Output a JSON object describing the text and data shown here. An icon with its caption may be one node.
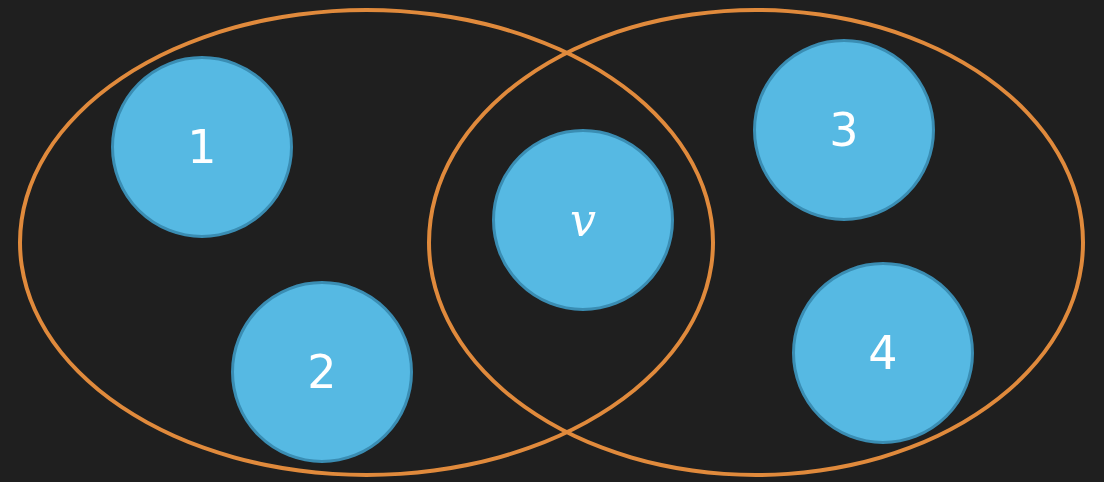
{
  "diagram": {
    "nodes": [
      {
        "text": [],
        "shape": "ellipse"
      },
      {
        "text": [
          "1"
        ],
        "in": 0
      },
      {
        "text": [
          "2"
        ],
        "in": 0
      },
      {
        "text": [
          "v"
        ]
      },
      {
        "text": [],
        "shape": "ellipse"
      },
      {
        "text": [
          "3"
        ],
        "in": 4
      },
      {
        "text": [
          "4"
        ],
        "in": 4
      }
    ]
  }
}
